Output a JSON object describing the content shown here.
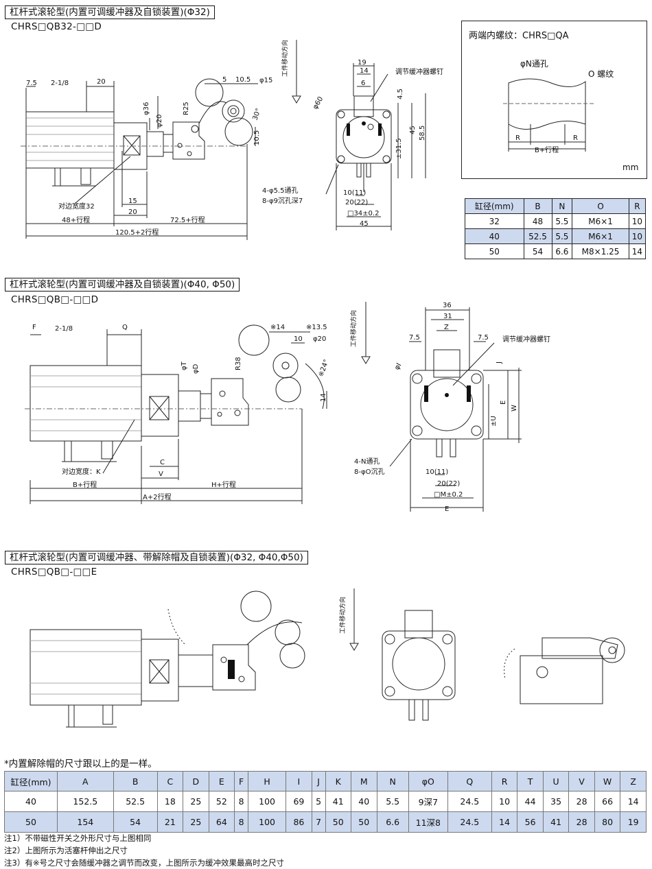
{
  "section1": {
    "title": "杠杆式滚轮型(内置可调缓冲器及自锁装置)(Φ32)",
    "model": "CHRS□QB32-□□D",
    "dims": [
      "7.5",
      "2-1/8",
      "20",
      "φ36",
      "φ20",
      "R25",
      "5",
      "10.5",
      "φ15",
      "30°",
      "10.5",
      "15",
      "20",
      "48+行程",
      "72.5+行程",
      "120.5+2行程"
    ],
    "side_dims": [
      "19",
      "14",
      "6",
      "4.5",
      "45",
      "58.5",
      "±31.5",
      "10(11)",
      "20(22)",
      "□34±0.2",
      "45"
    ],
    "flat_label": "对边宽度32",
    "phi60": "φ60",
    "hole_label_1": "4-φ5.5通孔",
    "hole_label_2": "8-φ9沉孔深7",
    "screw_label": "调节缓冲器螺钉",
    "direction": "工件移动方向"
  },
  "thread_box": {
    "title": "两端内螺纹：CHRS□QA",
    "n_label": "φN通孔",
    "o_label": "O 螺纹",
    "r1": "R",
    "r2": "R",
    "b_label": "B+行程",
    "unit": "mm"
  },
  "small_table": {
    "headers": [
      "缸径(mm)",
      "B",
      "N",
      "O",
      "R"
    ],
    "rows": [
      [
        "32",
        "48",
        "5.5",
        "M6×1",
        "10"
      ],
      [
        "40",
        "52.5",
        "5.5",
        "M6×1",
        "10"
      ],
      [
        "50",
        "54",
        "6.6",
        "M8×1.25",
        "14"
      ]
    ]
  },
  "section2": {
    "title": "杠杆式滚轮型(内置可调缓冲器及自锁装置)(Φ40, Φ50)",
    "model": "CHRS□QB□-□□D",
    "dims": [
      "F",
      "2-1/8",
      "Q",
      "※14",
      "※13.5",
      "10",
      "φ20",
      "R38",
      "φT",
      "φD",
      "※24°",
      "14",
      "C",
      "V",
      "B+行程",
      "H+行程",
      "A+2行程"
    ],
    "side_dims": [
      "36",
      "31",
      "Z",
      "7.5",
      "7.5",
      "J",
      "E",
      "W",
      "±U",
      "10(11)",
      "20(22)",
      "□M±0.2",
      "E",
      "φI"
    ],
    "flat_label": "对边宽度：K",
    "hole_label_1": "4-N通孔",
    "hole_label_2": "8-φO沉孔",
    "screw_label": "调节缓冲器螺钉",
    "direction": "工件移动方向"
  },
  "section3": {
    "title": "杠杆式滚轮型(内置可调缓冲器、带解除帽及自锁装置)(Φ32, Φ40,Φ50)",
    "model": "CHRS□QB□-□□E",
    "direction": "工件移动方向"
  },
  "note_head": "*内置解除帽的尺寸跟以上的是一样。",
  "big_table": {
    "headers": [
      "缸径(mm)",
      "A",
      "B",
      "C",
      "D",
      "E",
      "F",
      "H",
      "I",
      "J",
      "K",
      "M",
      "N",
      "φO",
      "Q",
      "R",
      "T",
      "U",
      "V",
      "W",
      "Z"
    ],
    "rows": [
      [
        "40",
        "152.5",
        "52.5",
        "18",
        "25",
        "52",
        "8",
        "100",
        "69",
        "5",
        "41",
        "40",
        "5.5",
        "9深7",
        "24.5",
        "10",
        "44",
        "35",
        "28",
        "66",
        "14"
      ],
      [
        "50",
        "154",
        "54",
        "21",
        "25",
        "64",
        "8",
        "100",
        "86",
        "7",
        "50",
        "50",
        "6.6",
        "11深8",
        "24.5",
        "14",
        "56",
        "41",
        "28",
        "80",
        "19"
      ]
    ]
  },
  "notes": [
    "注1）不带磁性开关之外形尺寸与上图相同",
    "注2）上图所示为活塞杆伸出之尺寸",
    "注3）有※号之尺寸会随缓冲器之调节而改变，上图所示为缓冲效果最高时之尺寸"
  ]
}
